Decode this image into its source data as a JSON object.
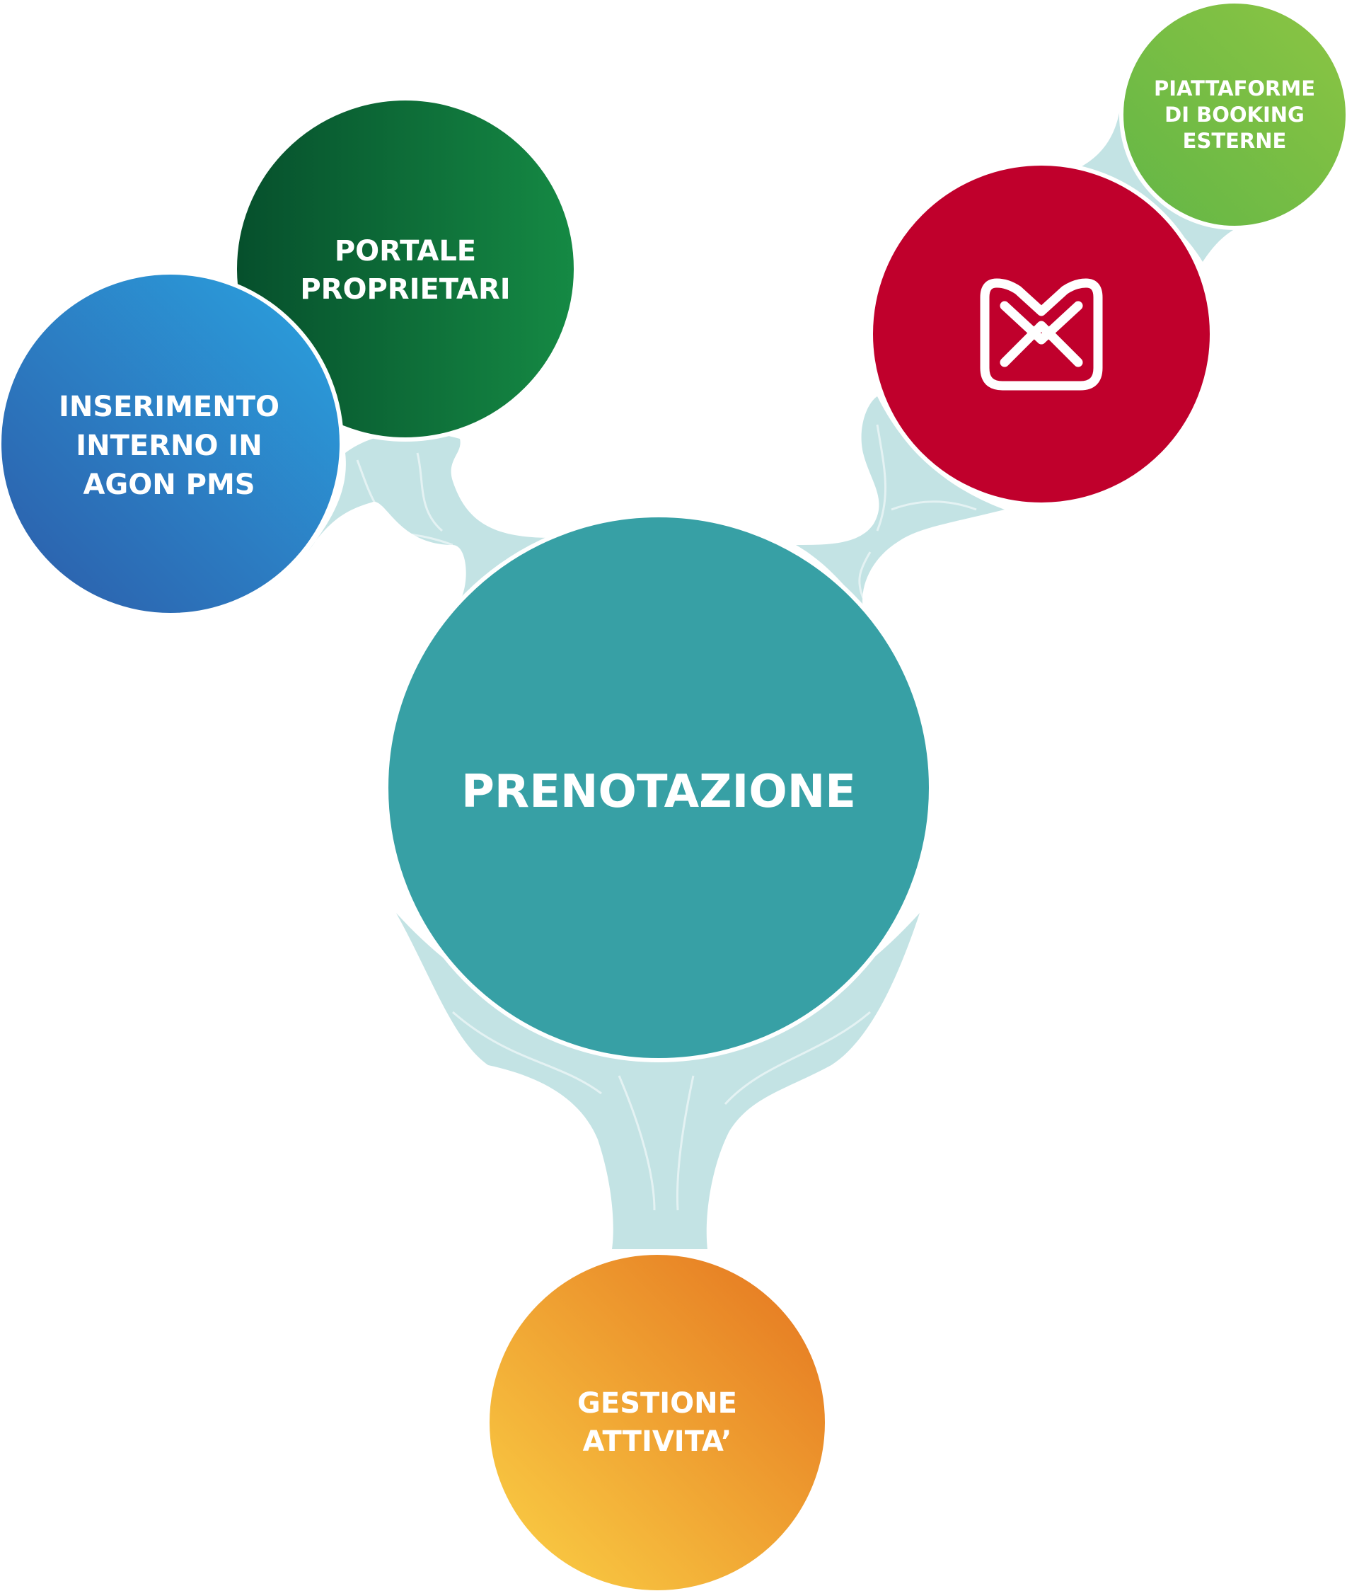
{
  "center": {
    "label": "PRENOTAZIONE",
    "color": "#37a0a5"
  },
  "nodes": {
    "internal": {
      "lines": [
        "INSERIMENTO",
        "INTERNO IN",
        "AGON PMS"
      ],
      "colors": [
        "#2ba3e0",
        "#2c5ba8"
      ]
    },
    "owners_portal": {
      "lines": [
        "PORTALE",
        "PROPRIETARI"
      ],
      "colors": [
        "#064f2c",
        "#158a44"
      ]
    },
    "mail": {
      "icon": "envelope-icon",
      "color": "#c0002c"
    },
    "external_booking": {
      "lines": [
        "PIATTAFORME",
        "DI BOOKING",
        "ESTERNE"
      ],
      "colors": [
        "#8cc543",
        "#63b646"
      ]
    },
    "activities": {
      "lines": [
        "GESTIONE",
        "ATTIVITA’"
      ],
      "colors": [
        "#e4731f",
        "#fbd246"
      ]
    }
  },
  "connector_color": "#c3e3e4"
}
